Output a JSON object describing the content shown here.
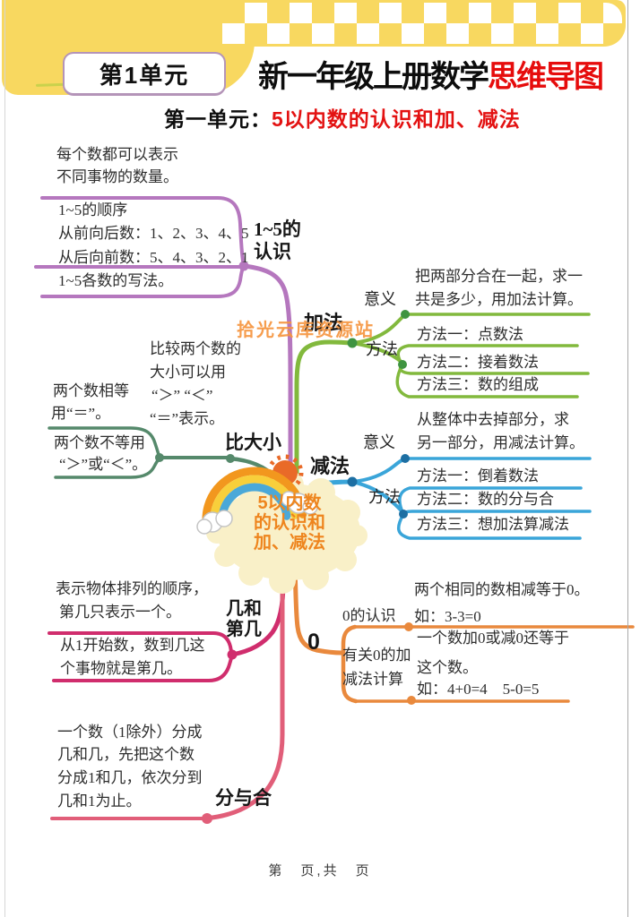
{
  "header": {
    "unit_badge": "第1单元",
    "title_black": "新一年级上册数学",
    "title_red": "思维导图",
    "subtitle_black": "第一单元：",
    "subtitle_red": "5以内数的认识和加、减法"
  },
  "watermark": "拾光云库资源站",
  "center": {
    "line1": "5以内数",
    "line2": "的认识和",
    "line3": "加、减法"
  },
  "branches": {
    "renshi": {
      "label_line1": "1~5的",
      "label_line2": "认识",
      "note": [
        "每个数都可以表示",
        "不同事物的数量。"
      ],
      "item1": [
        "1~5的顺序",
        "从前向后数：1、2、3、4、5",
        "从后向前数：5、4、3、2、1"
      ],
      "item2": "1~5各数的写法。"
    },
    "jiafa": {
      "label": "加法",
      "yiyi_label": "意义",
      "yiyi_text": [
        "把两部分合在一起，求一",
        "共是多少，用加法计算。"
      ],
      "fangfa_label": "方法",
      "methods": [
        "方法一：点数法",
        "方法二：接着数法",
        "方法三：数的组成"
      ]
    },
    "bidaxiao": {
      "label": "比大小",
      "note": [
        "比较两个数的",
        "大小可以用",
        "“＞” “＜”",
        "“＝”表示。"
      ],
      "item1": [
        "两个数相等",
        "用“＝”。"
      ],
      "item2": [
        "两个数不等用",
        "“＞”或“＜”。"
      ]
    },
    "jianfa": {
      "label": "减法",
      "yiyi_label": "意义",
      "yiyi_text": [
        "从整体中去掉部分，求",
        "另一部分，用减法计算。"
      ],
      "fangfa_label": "方法",
      "methods": [
        "方法一：倒着数法",
        "方法二：数的分与合",
        "方法三：想加法算减法"
      ]
    },
    "jihediji": {
      "label_line1": "几和",
      "label_line2": "第几",
      "note": [
        "表示物体排列的顺序，",
        "第几只表示一个。"
      ],
      "item": [
        "从1开始数，数到几这",
        "个事物就是第几。"
      ]
    },
    "zero": {
      "label": "0",
      "renshi_label": "0的认识",
      "renshi_text": [
        "两个相同的数相减等于0。",
        "如：3-3=0"
      ],
      "jisuan_label": [
        "有关0的加",
        "减法计算"
      ],
      "jisuan_text": [
        "一个数加0或减0还等于",
        "这个数。",
        "如：4+0=4　5-0=5"
      ]
    },
    "fenyuhe": {
      "label": "分与合",
      "note": [
        "一个数（1除外）分成",
        "几和几，先把这个数",
        "分成1和几，依次分到",
        "几和1为止。"
      ]
    }
  },
  "footer": "第　页,共　页",
  "colors": {
    "header_yellow": "#f8d860",
    "title_red": "#e60c0c",
    "purple": "#b577be",
    "green": "#82b93d",
    "teal": "#55896b",
    "blue": "#3aa5d9",
    "magenta": "#d02d6d",
    "orange": "#e9893d",
    "rose": "#e15e79",
    "center_text_orange": "#ee851e",
    "center_blob_cream": "#f9f0c8",
    "watermark_orange": "#f5953f"
  }
}
